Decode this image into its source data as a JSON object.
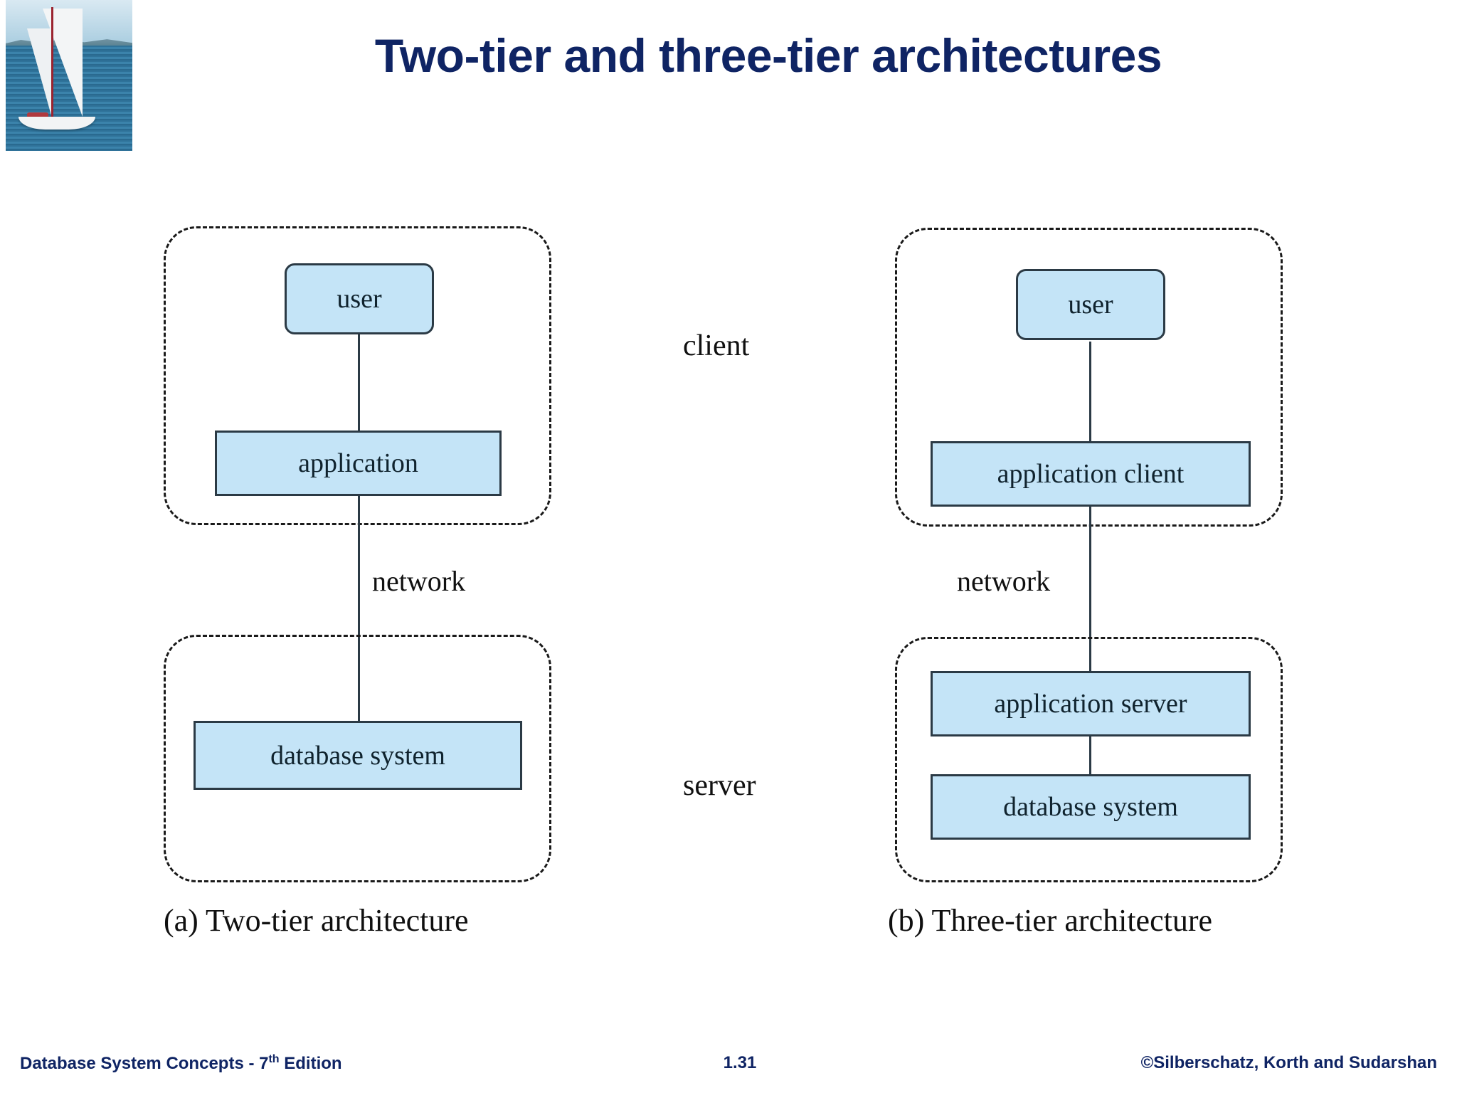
{
  "slide": {
    "title": "Two-tier and three-tier architectures",
    "title_color": "#0f2464",
    "background": "#ffffff",
    "logo_alt": "sailboat-photo"
  },
  "diagram": {
    "node_fill": "#c4e4f7",
    "node_border": "#2b3a45",
    "dash_border": "#1a1a1a",
    "two_tier": {
      "caption": "(a) Two-tier architecture",
      "client_group": {
        "nodes": [
          {
            "label": "user",
            "shape": "rounded"
          },
          {
            "label": "application",
            "shape": "rect"
          }
        ]
      },
      "network_label": "network",
      "server_group": {
        "nodes": [
          {
            "label": "database system",
            "shape": "rect"
          }
        ]
      }
    },
    "three_tier": {
      "caption": "(b) Three-tier architecture",
      "client_group": {
        "nodes": [
          {
            "label": "user",
            "shape": "rounded"
          },
          {
            "label": "application client",
            "shape": "rect"
          }
        ]
      },
      "network_label": "network",
      "server_group": {
        "nodes": [
          {
            "label": "application server",
            "shape": "rect"
          },
          {
            "label": "database system",
            "shape": "rect"
          }
        ]
      }
    },
    "side_labels": {
      "client": "client",
      "server": "server"
    }
  },
  "footer": {
    "left_text": "Database System Concepts - 7",
    "left_sup": "th",
    "left_suffix": " Edition",
    "slide_number": "1.31",
    "right_text": "©Silberschatz, Korth and Sudarshan"
  }
}
